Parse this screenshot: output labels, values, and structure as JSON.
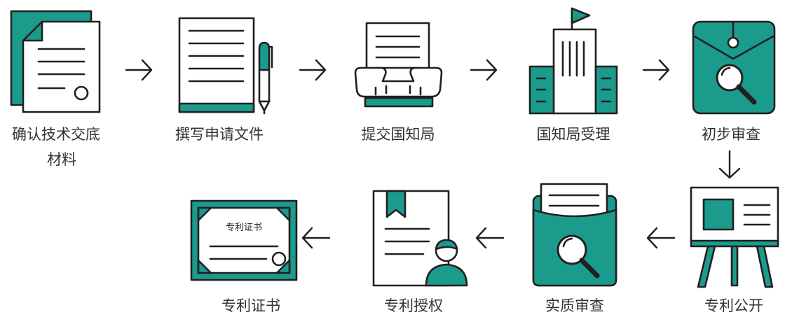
{
  "colors": {
    "accent": "#1a9b8c",
    "outline": "#231f20",
    "label": "#333333",
    "background": "#ffffff"
  },
  "steps": [
    {
      "label_lines": [
        "确认技术交底",
        "材料"
      ],
      "icon": "documents-seal-icon"
    },
    {
      "label_lines": [
        "撰写申请文件"
      ],
      "icon": "document-pen-icon"
    },
    {
      "label_lines": [
        "提交国知局"
      ],
      "icon": "hands-submit-document-icon"
    },
    {
      "label_lines": [
        "国知局受理"
      ],
      "icon": "office-building-flag-icon"
    },
    {
      "label_lines": [
        "初步审查"
      ],
      "icon": "envelope-magnifier-icon"
    },
    {
      "label_lines": [
        "专利公开"
      ],
      "icon": "easel-board-icon"
    },
    {
      "label_lines": [
        "实质审查"
      ],
      "icon": "folder-magnifier-icon"
    },
    {
      "label_lines": [
        "专利授权"
      ],
      "icon": "certificate-person-icon"
    },
    {
      "label_lines": [
        "专利证书"
      ],
      "icon": "framed-certificate-icon",
      "icon_text": "专利证书"
    }
  ],
  "connectors": [
    "arrow-right-icon",
    "arrow-right-icon",
    "arrow-right-icon",
    "arrow-right-icon",
    "arrow-down-icon",
    "arrow-left-icon",
    "arrow-left-icon",
    "arrow-left-icon"
  ]
}
